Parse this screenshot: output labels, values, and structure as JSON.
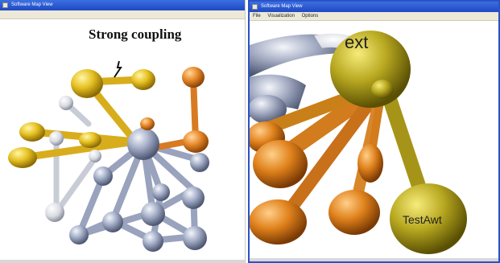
{
  "left_window": {
    "title": "Software Map View",
    "menu": [],
    "annotation": "Strong coupling"
  },
  "right_window": {
    "title": "Software Map View",
    "menu": [
      "File",
      "Visualization",
      "Options"
    ],
    "labels": {
      "ext": "ext",
      "testawt": "TestAwt"
    }
  },
  "colors": {
    "title_bar": "#2a52c8",
    "orange": "#e8892a",
    "yellow": "#e6c020",
    "steel": "#9aa6c4",
    "olive": "#b8a820"
  }
}
